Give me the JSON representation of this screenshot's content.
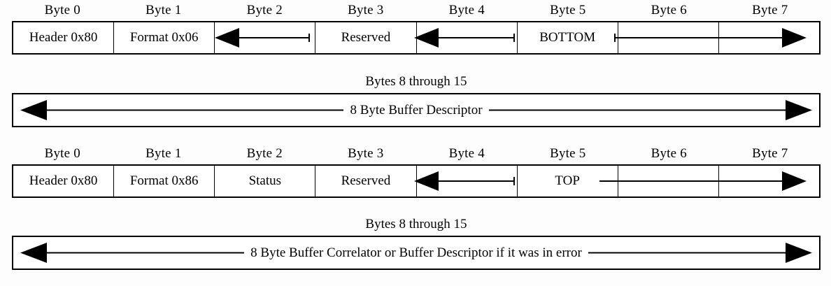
{
  "blocks": [
    {
      "id": "request-bytes-0-7",
      "byte_labels": [
        "Byte 0",
        "Byte 1",
        "Byte 2",
        "Byte 3",
        "Byte 4",
        "Byte 5",
        "Byte 6",
        "Byte 7"
      ],
      "cells": [
        {
          "text": "Header 0x80"
        },
        {
          "text": "Format 0x06"
        },
        {
          "text": ""
        },
        {
          "text": "Reserved"
        },
        {
          "text": ""
        },
        {
          "text": "BOTTOM"
        },
        {
          "text": ""
        },
        {
          "text": ""
        }
      ],
      "spans": [
        {
          "label": "",
          "from_byte": 2,
          "to_byte": 3,
          "arrow": "left"
        },
        {
          "label": "BOTTOM",
          "from_byte": 4,
          "to_byte": 7,
          "arrow": "both"
        }
      ]
    },
    {
      "id": "request-bytes-8-15",
      "title": "Bytes 8 through 15",
      "bar_label": "8 Byte Buffer Descriptor",
      "arrow": "both"
    },
    {
      "id": "response-bytes-0-7",
      "byte_labels": [
        "Byte 0",
        "Byte 1",
        "Byte 2",
        "Byte 3",
        "Byte 4",
        "Byte 5",
        "Byte 6",
        "Byte 7"
      ],
      "cells": [
        {
          "text": "Header 0x80"
        },
        {
          "text": "Format 0x86"
        },
        {
          "text": "Status"
        },
        {
          "text": "Reserved"
        },
        {
          "text": ""
        },
        {
          "text": "TOP"
        },
        {
          "text": ""
        },
        {
          "text": ""
        }
      ],
      "spans": [
        {
          "label": "TOP",
          "from_byte": 4,
          "to_byte": 7,
          "arrow": "both"
        }
      ]
    },
    {
      "id": "response-bytes-8-15",
      "title": "Bytes 8 through 15",
      "bar_label": "8 Byte Buffer Correlator or Buffer Descriptor if it was in error",
      "arrow": "both"
    }
  ],
  "colors": {
    "line": "#000000",
    "background": "#fdfdfd",
    "cell_background": "#ffffff"
  }
}
